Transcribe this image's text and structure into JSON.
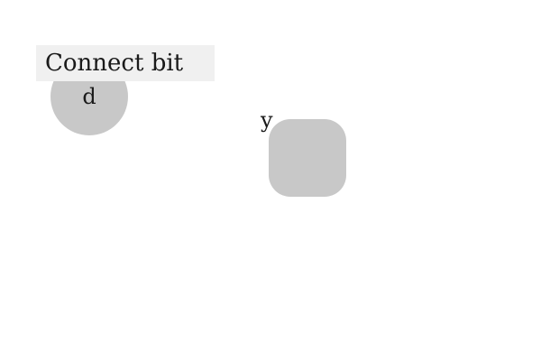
{
  "instruction": {
    "text": "Connect bit"
  },
  "nodes": {
    "circle": {
      "label": "d",
      "shape": "circle",
      "color": "#c8c8c8"
    },
    "rounded_square": {
      "label": "y",
      "shape": "rounded-square",
      "color": "#c8c8c8"
    }
  }
}
